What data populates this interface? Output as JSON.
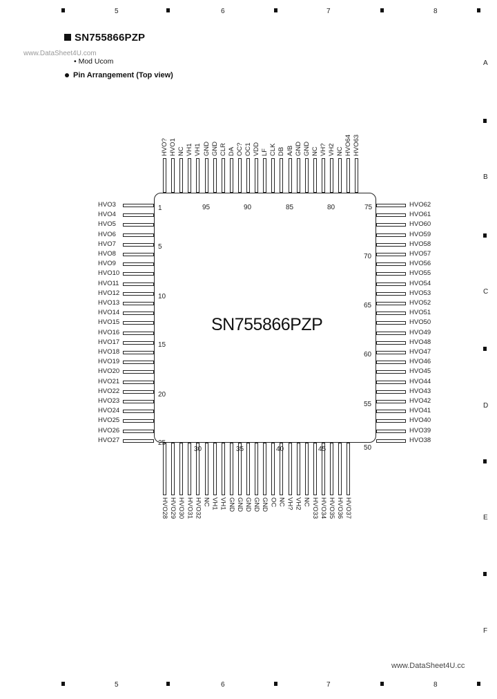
{
  "grid": {
    "columns": [
      "5",
      "6",
      "7",
      "8"
    ],
    "rows": [
      "A",
      "B",
      "C",
      "D",
      "E",
      "F"
    ]
  },
  "header": {
    "title": "SN755866PZP",
    "watermark_top": "www.DataSheet4U.com",
    "subtitle": "• Mod Ucom",
    "section": "Pin Arrangement (Top view)"
  },
  "chip": {
    "name": "SN755866PZP",
    "left_pins": [
      "HVO3",
      "HVO4",
      "HVO5",
      "HVO6",
      "HVO7",
      "HVO8",
      "HVO9",
      "HVO10",
      "HVO11",
      "HVO12",
      "HVO13",
      "HVO14",
      "HVO15",
      "HVO16",
      "HVO17",
      "HVO18",
      "HVO19",
      "HVO20",
      "HVO21",
      "HVO22",
      "HVO23",
      "HVO24",
      "HVO25",
      "HVO26",
      "HVO27"
    ],
    "right_pins": [
      "HVO62",
      "HVO61",
      "HVO60",
      "HVO59",
      "HVO58",
      "HVO57",
      "HVO56",
      "HVO55",
      "HVO54",
      "HVO53",
      "HVO52",
      "HVO51",
      "HVO50",
      "HVO49",
      "HVO48",
      "HVO47",
      "HVO46",
      "HVO45",
      "HVO44",
      "HVO43",
      "HVO42",
      "HVO41",
      "HVO40",
      "HVO39",
      "HVO38"
    ],
    "top_pins": [
      "HVO?",
      "HVO1",
      "NC",
      "VH1",
      "VH1",
      "GND",
      "GND",
      "CLR",
      "DA",
      "OC?",
      "OC1",
      "VDD",
      "LF",
      "CLK",
      "DB",
      "A/B",
      "GND",
      "GND",
      "NC",
      "VH?",
      "VH2",
      "NC",
      "HVO64",
      "HVO63"
    ],
    "bottom_pins": [
      "HVO28",
      "HVO29",
      "HVO30",
      "HVO31",
      "HVO32",
      "NC",
      "VH1",
      "VH1",
      "GND",
      "GND",
      "GND",
      "GND",
      "GND",
      "OC",
      "NC",
      "VH?",
      "VH2",
      "NC",
      "HVO33",
      "HVO34",
      "HVO35",
      "HVO36",
      "HVO37"
    ],
    "inner_numbers": {
      "left": [
        "1",
        "5",
        "10",
        "15",
        "20",
        "25"
      ],
      "top": [
        "95",
        "90",
        "85",
        "80",
        "75"
      ],
      "right": [
        "70",
        "65",
        "60",
        "55",
        "50"
      ],
      "bottom": [
        "30",
        "35",
        "40",
        "45"
      ]
    }
  },
  "footer": {
    "watermark_bottom": "www.DataSheet4U.cc"
  }
}
